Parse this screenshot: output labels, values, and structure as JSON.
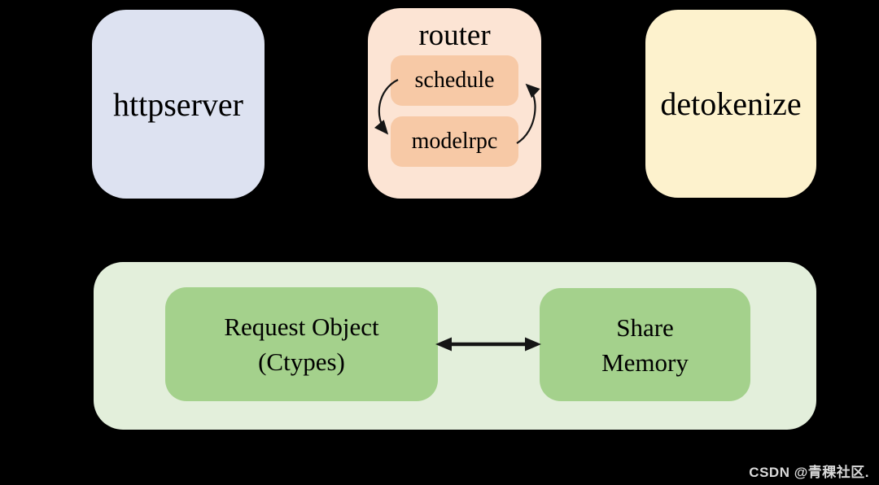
{
  "diagram": {
    "httpserver": {
      "label": "httpserver"
    },
    "router": {
      "title": "router",
      "schedule_label": "schedule",
      "modelrpc_label": "modelrpc"
    },
    "detokenize": {
      "label": "detokenize"
    },
    "shared_section": {
      "request_object": {
        "line1": "Request Object",
        "line2": "(Ctypes)"
      },
      "share_memory": {
        "line1": "Share",
        "line2": "Memory"
      }
    },
    "colors": {
      "background": "#000000",
      "httpserver_fill": "#dde2f1",
      "router_fill": "#fce4d4",
      "router_child_fill": "#f7c9a6",
      "detokenize_fill": "#fdf2cd",
      "shared_container_fill": "#e3efdb",
      "shared_child_fill": "#a4d18c",
      "arrow_color": "#151515",
      "text_color": "#000000",
      "watermark_color": "#d9d9d9"
    }
  },
  "watermark": {
    "text": "CSDN @青稞社区."
  }
}
